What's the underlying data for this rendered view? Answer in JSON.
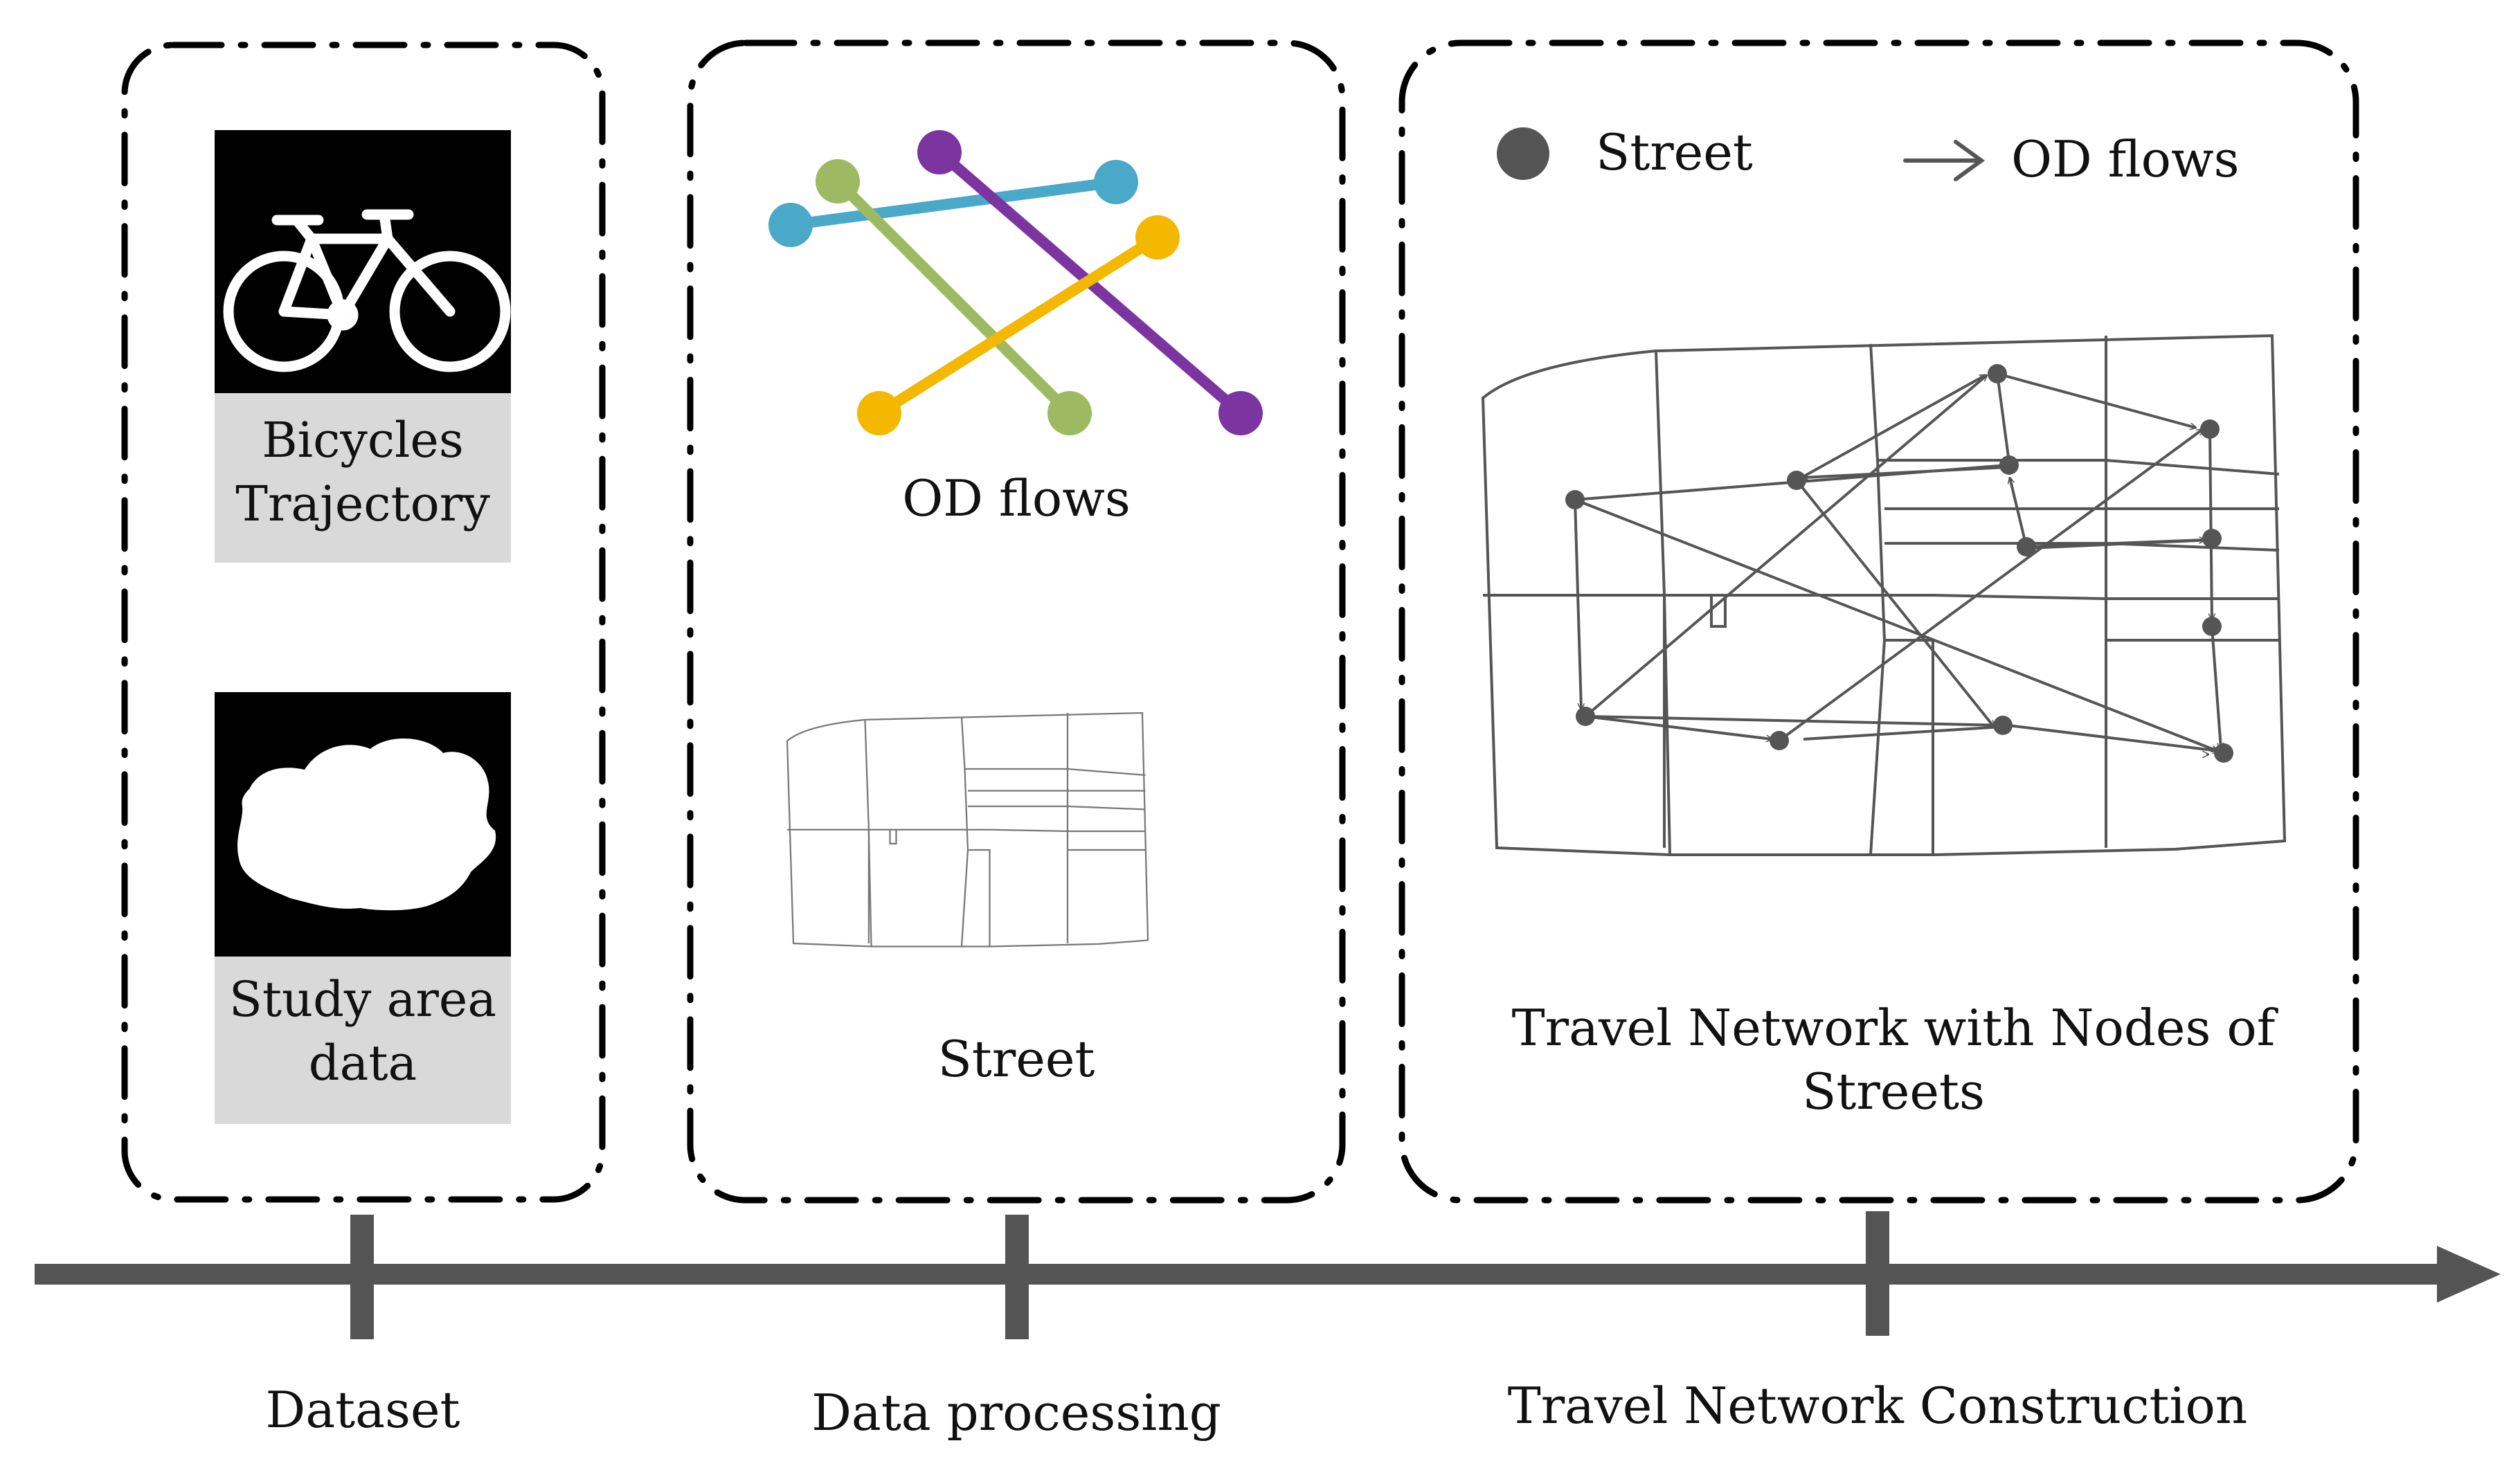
{
  "dataset_panel": {
    "bicycle_caption_line1": "Bicycles",
    "bicycle_caption_line2": "Trajectory",
    "study_area_caption_line1": "Study area",
    "study_area_caption_line2": "data"
  },
  "processing_panel": {
    "od_caption": "OD flows",
    "street_caption": "Street",
    "od_colors": [
      "#4aa8c8",
      "#9dba62",
      "#7b34a0",
      "#f4b800"
    ]
  },
  "network_panel": {
    "legend_street": "Street",
    "legend_od": "OD flows",
    "caption_line1": "Travel Network with Nodes of",
    "caption_line2": "Streets"
  },
  "timeline": {
    "stage1": "Dataset",
    "stage2": "Data processing",
    "stage3": "Travel Network Construction"
  },
  "colors": {
    "timeline": "#545454",
    "node": "#555555",
    "caption_bg": "#d9d9d9"
  }
}
